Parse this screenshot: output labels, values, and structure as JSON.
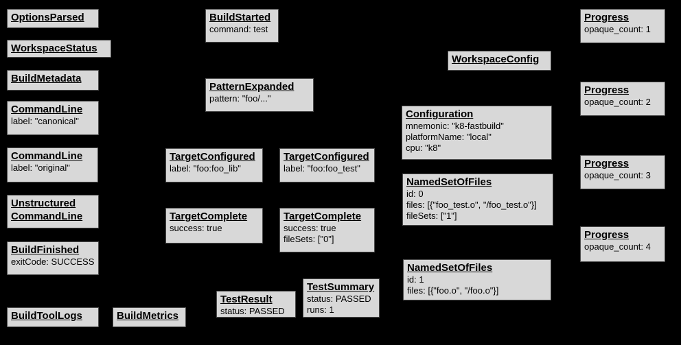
{
  "diagram": {
    "background_color": "#000000",
    "box_fill_color": "#d8d8d8",
    "box_border_color": "#4d4d4d",
    "text_color": "#000000"
  },
  "events": {
    "options_parsed": {
      "title": "OptionsParsed",
      "props": []
    },
    "workspace_status": {
      "title": "WorkspaceStatus",
      "props": []
    },
    "build_metadata": {
      "title": "BuildMetadata",
      "props": []
    },
    "command_line_canonical": {
      "title": "CommandLine",
      "props": [
        "label: \"canonical\""
      ]
    },
    "command_line_original": {
      "title": "CommandLine",
      "props": [
        "label: \"original\""
      ]
    },
    "unstructured_command_line": {
      "title_lines": [
        "Unstructured",
        "CommandLine"
      ],
      "props": []
    },
    "build_finished": {
      "title": "BuildFinished",
      "props": [
        "exitCode: SUCCESS"
      ]
    },
    "build_tool_logs": {
      "title": "BuildToolLogs",
      "props": []
    },
    "build_metrics": {
      "title": "BuildMetrics",
      "props": []
    },
    "build_started": {
      "title": "BuildStarted",
      "props": [
        "command: test"
      ]
    },
    "pattern_expanded": {
      "title": "PatternExpanded",
      "props": [
        "pattern: \"foo/...\""
      ]
    },
    "target_configured_lib": {
      "title": "TargetConfigured",
      "props": [
        "label: \"foo:foo_lib\""
      ]
    },
    "target_configured_test": {
      "title": "TargetConfigured",
      "props": [
        "label: \"foo:foo_test\""
      ]
    },
    "target_complete_lib": {
      "title": "TargetComplete",
      "props": [
        "success: true"
      ]
    },
    "target_complete_test": {
      "title": "TargetComplete",
      "props": [
        "success: true",
        "fileSets: [\"0\"]"
      ]
    },
    "test_result": {
      "title": "TestResult",
      "props": [
        "status: PASSED"
      ]
    },
    "test_summary": {
      "title": "TestSummary",
      "props": [
        "status: PASSED",
        "runs: 1"
      ]
    },
    "workspace_config": {
      "title": "WorkspaceConfig",
      "props": []
    },
    "configuration": {
      "title": "Configuration",
      "props": [
        "mnemonic: \"k8-fastbuild\"",
        "platformName: \"local\"",
        "cpu: \"k8\""
      ]
    },
    "named_set_of_files_0": {
      "title": "NamedSetOfFiles",
      "props": [
        "id: 0",
        "files: [{\"foo_test.o\", \"/foo_test.o\"}]",
        "fileSets: [\"1\"]"
      ]
    },
    "named_set_of_files_1": {
      "title": "NamedSetOfFiles",
      "props": [
        "id: 1",
        "files: [{\"foo.o\", \"/foo.o\"}]"
      ]
    },
    "progress_1": {
      "title": "Progress",
      "props": [
        "opaque_count: 1"
      ]
    },
    "progress_2": {
      "title": "Progress",
      "props": [
        "opaque_count: 2"
      ]
    },
    "progress_3": {
      "title": "Progress",
      "props": [
        "opaque_count: 3"
      ]
    },
    "progress_4": {
      "title": "Progress",
      "props": [
        "opaque_count: 4"
      ]
    }
  }
}
